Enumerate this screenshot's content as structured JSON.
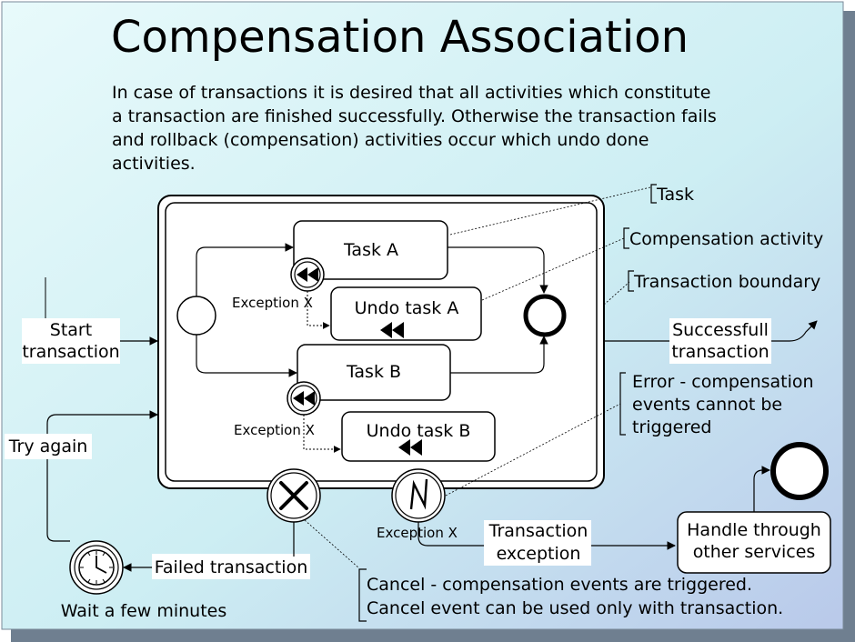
{
  "title": "Compensation Association",
  "description": [
    "In case of transactions it is desired that all activities which constitute",
    "a transaction are finished successfully. Otherwise the transaction fails",
    "and rollback (compensation) activities occur which undo done",
    "activities."
  ],
  "tasks": {
    "task_a": "Task A",
    "undo_a": "Undo task A",
    "task_b": "Task B",
    "undo_b": "Undo task B"
  },
  "exception_labels": {
    "exc_a": "Exception X",
    "exc_b": "Exception X",
    "exc_cancel": "Exception X"
  },
  "annotations": {
    "task": "Task",
    "compensation_activity": "Compensation activity",
    "transaction_boundary": "Transaction boundary",
    "error": [
      "Error - compensation",
      "events cannot be",
      "triggered"
    ],
    "cancel": [
      "Cancel - compensation events are triggered.",
      "Cancel event can be used only with transaction."
    ]
  },
  "flows": {
    "start": [
      "Start",
      "transaction"
    ],
    "successful": [
      "Successfull",
      "transaction"
    ],
    "try_again": "Try again",
    "failed": "Failed transaction",
    "wait": "Wait a few minutes",
    "transaction_exception": [
      "Transaction",
      "exception"
    ],
    "handle": [
      "Handle through",
      "other services"
    ]
  },
  "colors": {
    "background_start": "#e6f7fa",
    "background_end": "#bcd0ea",
    "shadow": "#6b7b8c",
    "stroke": "#000000",
    "fill": "#ffffff"
  }
}
